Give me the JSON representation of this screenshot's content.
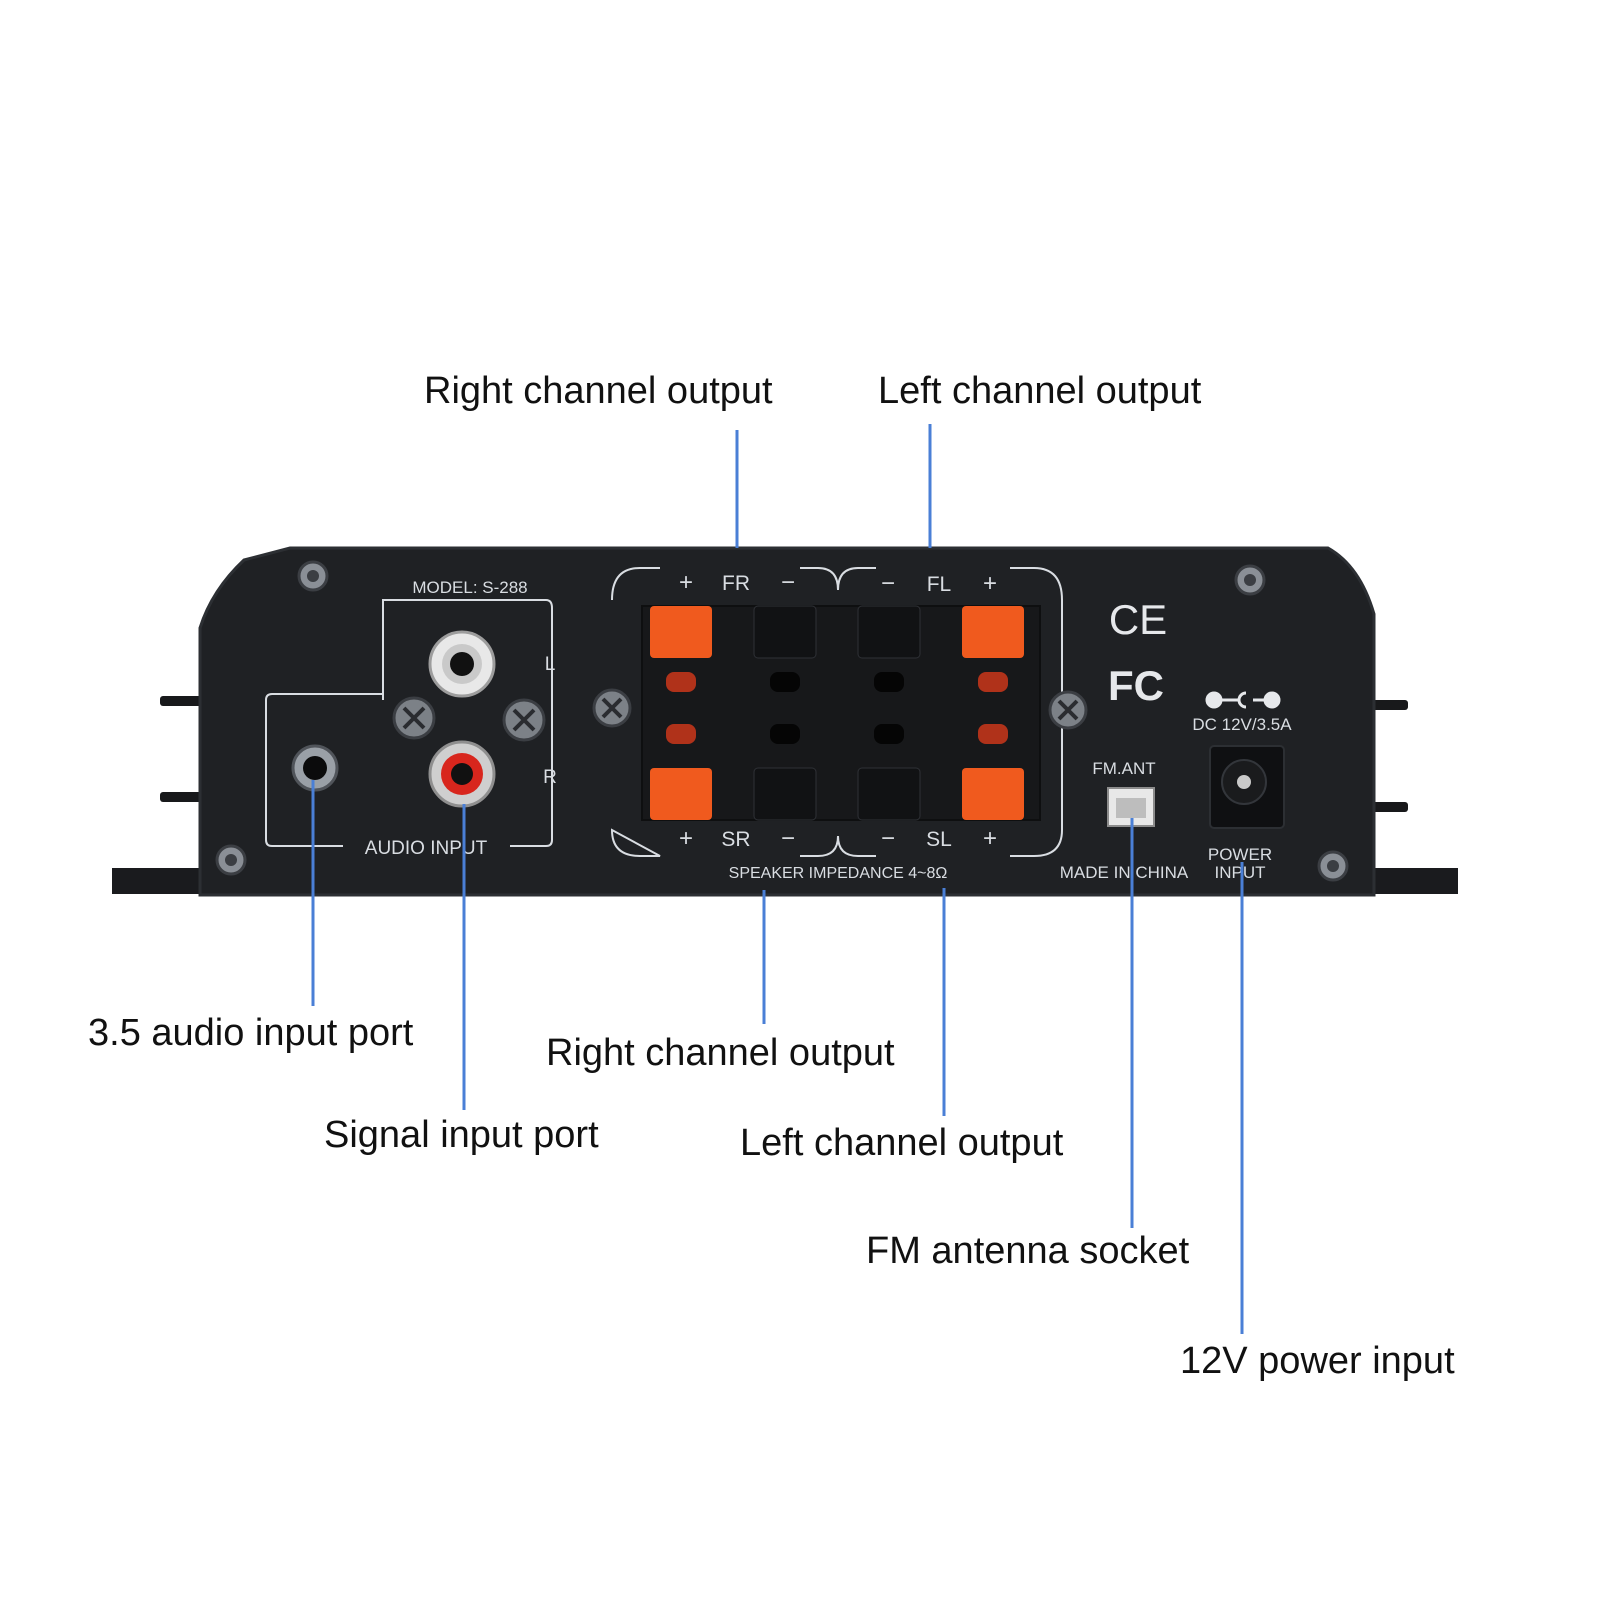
{
  "colors": {
    "background": "#ffffff",
    "panel": "#1f2124",
    "panel_edge": "#2c2f33",
    "silkscreen": "#d9dde2",
    "leader_line": "#4a7fd6",
    "terminal_orange": "#f05a1e",
    "terminal_black": "#111214",
    "rca_white": "#e8e8e8",
    "rca_red": "#d8261d"
  },
  "callouts": {
    "top_right_channel": "Right channel output",
    "top_left_channel": "Left channel output",
    "audio_35": "3.5 audio input port",
    "signal_input": "Signal input port",
    "bottom_right_channel": "Right channel output",
    "bottom_left_channel": "Left channel output",
    "fm_antenna": "FM antenna socket",
    "power_12v": "12V power input"
  },
  "panel": {
    "model": "MODEL: S-288",
    "audio_input": "AUDIO INPUT",
    "channel_l": "L",
    "channel_r": "R",
    "plus": "+",
    "minus": "−",
    "fr": "FR",
    "fl": "FL",
    "sr": "SR",
    "sl": "SL",
    "speaker_impedance": "SPEAKER IMPEDANCE 4~8Ω",
    "ce_mark": "CE",
    "fc_mark": "FC",
    "dc_rating": "DC 12V/3.5A",
    "fm_ant": "FM.ANT",
    "made_in": "MADE IN CHINA",
    "power": "POWER",
    "input": "INPUT"
  }
}
